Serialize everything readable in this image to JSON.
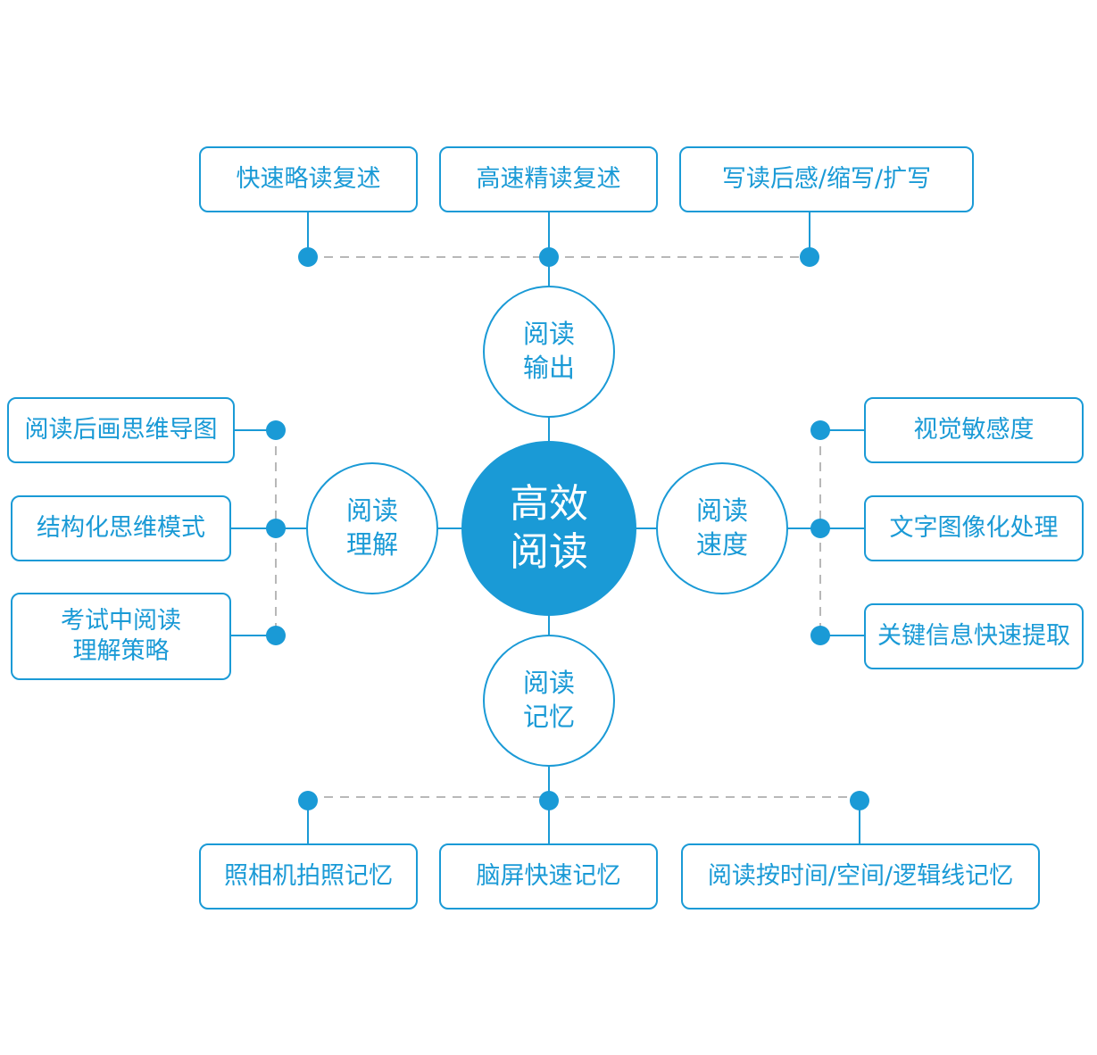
{
  "colors": {
    "accent": "#1a9ad6",
    "dashed": "#b8b8b8"
  },
  "center": {
    "label": "高效\n阅读"
  },
  "branches": {
    "output": {
      "label": "阅读\n输出",
      "items": [
        "快速略读复述",
        "高速精读复述",
        "写读后感/缩写/扩写"
      ]
    },
    "comprehension": {
      "label": "阅读\n理解",
      "items": [
        "阅读后画思维导图",
        "结构化思维模式",
        "考试中阅读\n理解策略"
      ]
    },
    "speed": {
      "label": "阅读\n速度",
      "items": [
        "视觉敏感度",
        "文字图像化处理",
        "关键信息快速提取"
      ]
    },
    "memory": {
      "label": "阅读\n记忆",
      "items": [
        "照相机拍照记忆",
        "脑屏快速记忆",
        "阅读按时间/空间/逻辑线记忆"
      ]
    }
  }
}
